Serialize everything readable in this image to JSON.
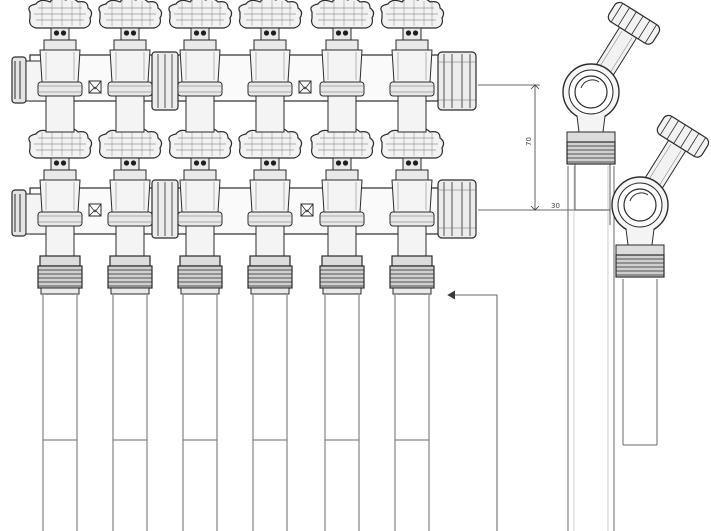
{
  "drawing": {
    "dimensions": {
      "vertical_spacing": "70",
      "horizontal_offset": "30"
    },
    "components": {
      "valve_count_per_row": 6,
      "rows": 2,
      "side_views": 2
    },
    "colors": {
      "line": "#2b2b2b",
      "thin_line": "#6a6a6a",
      "dim_line": "#3a3a3a",
      "fill_light": "#e9e9e9",
      "fill_mid": "#cfcfcf",
      "fill_dark": "#1e1e1e"
    }
  }
}
